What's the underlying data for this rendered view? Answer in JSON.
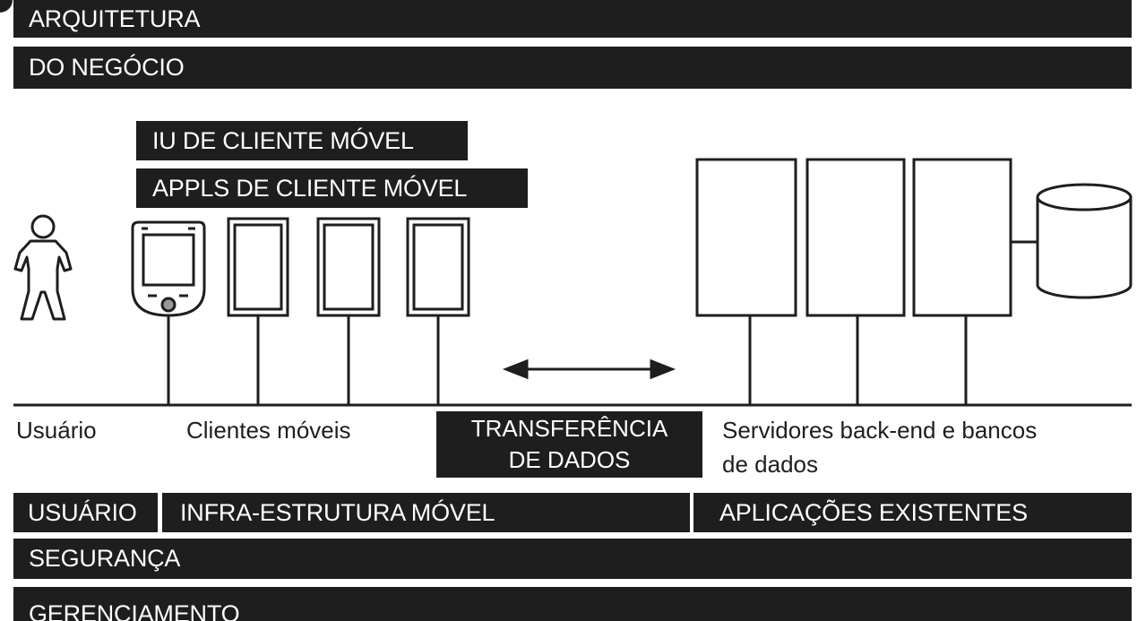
{
  "header": {
    "line1": "ARQUITETURA",
    "line2": "DO NEGÓCIO"
  },
  "mobile": {
    "ui_label": "IU DE CLIENTE MÓVEL",
    "apps_label": "APPLS DE CLIENTE MÓVEL"
  },
  "captions": {
    "user": "Usuário",
    "clients": "Clientes móveis",
    "transfer_line1": "TRANSFERÊNCIA",
    "transfer_line2": "DE DADOS",
    "servers_line1": "Servidores back-end e bancos",
    "servers_line2": "de dados"
  },
  "footer": {
    "user": "USUÁRIO",
    "mobile_infra": "INFRA-ESTRUTURA MÓVEL",
    "existing_apps": "APLICAÇÕES EXISTENTES",
    "security": "SEGURANÇA",
    "management": "GERENCIAMENTO"
  },
  "icons": {
    "person": "person-icon",
    "pda": "pda-device-icon",
    "client_screens": "client-screen-icon",
    "servers": "server-icon",
    "database": "database-icon",
    "arrow": "double-arrow-icon"
  },
  "colors": {
    "dark": "#1e1e1e",
    "light": "#ffffff"
  }
}
